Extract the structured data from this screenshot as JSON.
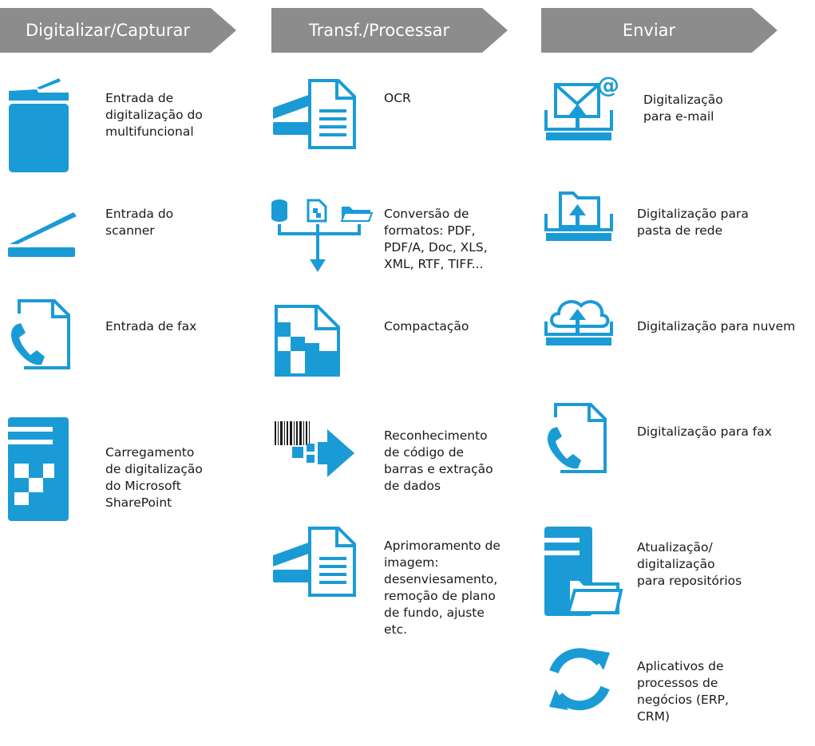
{
  "colors": {
    "icon_blue": "#1a9bd6",
    "header_gray": "#8c8c8c",
    "white": "#ffffff"
  },
  "columns": [
    {
      "title": "Digitalizar/Capturar",
      "items": [
        {
          "icon": "mfp-printer-icon",
          "label": "Entrada de\ndigitalização do\nmultifuncional"
        },
        {
          "icon": "flatbed-scanner-icon",
          "label": "Entrada do\nscanner"
        },
        {
          "icon": "fax-document-icon",
          "label": "Entrada de fax"
        },
        {
          "icon": "sharepoint-document-icon",
          "label": "Carregamento\nde digitalização\ndo Microsoft\nSharePoint"
        }
      ]
    },
    {
      "title": "Transf./Processar",
      "items": [
        {
          "icon": "ocr-scan-document-icon",
          "label": "OCR"
        },
        {
          "icon": "format-conversion-icon",
          "label": "Conversão de\nformatos: PDF,\nPDF/A, Doc, XLS,\nXML, RTF, TIFF..."
        },
        {
          "icon": "compressed-document-icon",
          "label": "Compactação"
        },
        {
          "icon": "barcode-extraction-icon",
          "label": "Reconhecimento\nde código de\nbarras e extração\nde dados"
        },
        {
          "icon": "image-enhancement-icon",
          "label": "Aprimoramento de\nimagem:\ndesenviesamento,\nremoção de plano\nde fundo, ajuste\netc."
        }
      ]
    },
    {
      "title": "Enviar",
      "items": [
        {
          "icon": "email-tray-icon",
          "label": "Digitalização\npara e-mail"
        },
        {
          "icon": "network-folder-tray-icon",
          "label": "Digitalização para\npasta de rede"
        },
        {
          "icon": "cloud-tray-icon",
          "label": "Digitalização para nuvem"
        },
        {
          "icon": "fax-send-icon",
          "label": "Digitalização para fax"
        },
        {
          "icon": "repository-server-icon",
          "label": "Atualização/\ndigitalização\npara repositórios"
        },
        {
          "icon": "business-process-cycle-icon",
          "label": "Aplicativos de\nprocessos de\nnegócios (ERP,\nCRM)"
        }
      ]
    }
  ]
}
